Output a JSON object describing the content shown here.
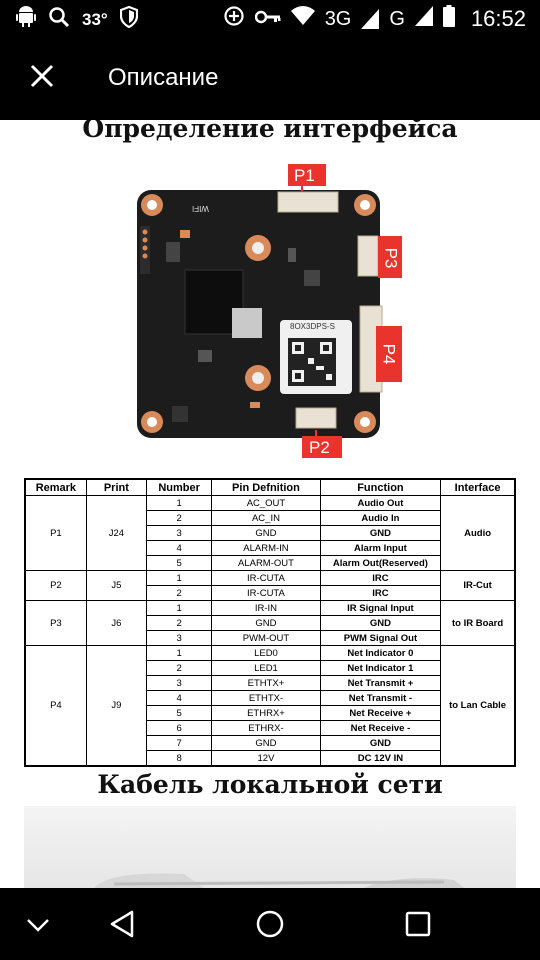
{
  "status_bar": {
    "temperature": "33°",
    "network": "3G",
    "network2": "G",
    "time": "16:52",
    "icons": [
      "android-icon",
      "search-icon",
      "shield-icon",
      "data-saver-icon",
      "key-icon",
      "wifi-icon",
      "signal-icon",
      "battery-icon"
    ]
  },
  "app_bar": {
    "title": "Описание",
    "close_icon": "close-icon"
  },
  "content": {
    "heading_interface": "Определение интерфейса",
    "heading_cable": "Кабель локальной сети",
    "board_labels": {
      "p1": "P1",
      "p2": "P2",
      "p3": "P3",
      "p4": "P4",
      "wifi": "WIFI",
      "chip_text": "8OX3DPS-S"
    },
    "table": {
      "headers": [
        "Remark",
        "Print",
        "Number",
        "Pin Defnition",
        "Function",
        "Interface"
      ],
      "rows": [
        {
          "remark": "P1",
          "print": "J24",
          "number": "1",
          "pin": "AC_OUT",
          "function": "Audio Out",
          "interface": "Audio",
          "span": 5
        },
        {
          "number": "2",
          "pin": "AC_IN",
          "function": "Audio In"
        },
        {
          "number": "3",
          "pin": "GND",
          "function": "GND"
        },
        {
          "number": "4",
          "pin": "ALARM-IN",
          "function": "Alarm Input"
        },
        {
          "number": "5",
          "pin": "ALARM-OUT",
          "function": "Alarm Out(Reserved)"
        },
        {
          "remark": "P2",
          "print": "J5",
          "number": "1",
          "pin": "IR-CUTA",
          "function": "IRC",
          "interface": "IR-Cut",
          "span": 2
        },
        {
          "number": "2",
          "pin": "IR-CUTA",
          "function": "IRC"
        },
        {
          "remark": "P3",
          "print": "J6",
          "number": "1",
          "pin": "IR-IN",
          "function": "IR Signal Input",
          "interface": "to IR Board",
          "span": 3
        },
        {
          "number": "2",
          "pin": "GND",
          "function": "GND"
        },
        {
          "number": "3",
          "pin": "PWM-OUT",
          "function": "PWM Signal Out"
        },
        {
          "remark": "P4",
          "print": "J9",
          "number": "1",
          "pin": "LED0",
          "function": "Net Indicator 0",
          "interface": "to Lan Cable",
          "span": 8
        },
        {
          "number": "2",
          "pin": "LED1",
          "function": "Net Indicator 1"
        },
        {
          "number": "3",
          "pin": "ETHTX+",
          "function": "Net Transmit +"
        },
        {
          "number": "4",
          "pin": "ETHTX-",
          "function": "Net Transmit -"
        },
        {
          "number": "5",
          "pin": "ETHRX+",
          "function": "Net Receive +"
        },
        {
          "number": "6",
          "pin": "ETHRX-",
          "function": "Net Receive -"
        },
        {
          "number": "7",
          "pin": "GND",
          "function": "GND"
        },
        {
          "number": "8",
          "pin": "12V",
          "function": "DC 12V IN"
        }
      ]
    }
  },
  "nav_bar": {
    "icons": [
      "chevron-down-icon",
      "back-icon",
      "home-icon",
      "recents-icon"
    ]
  },
  "colors": {
    "status_bg": "#000000",
    "label_red": "#e8342c",
    "pcb": "#1c1c1c",
    "pad_orange": "#d98a5a"
  }
}
